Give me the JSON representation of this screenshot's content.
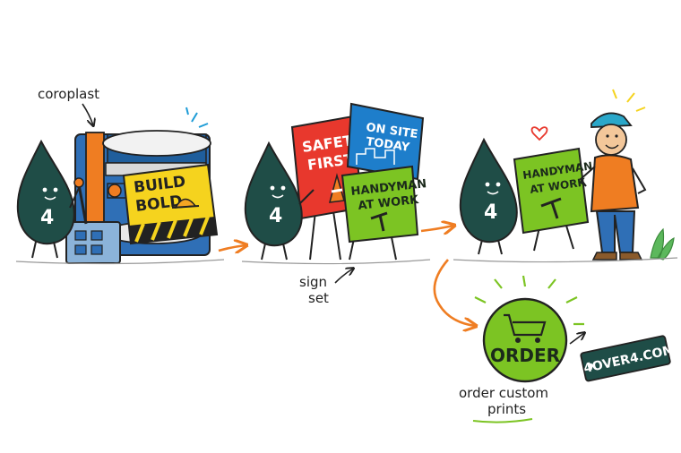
{
  "annotations": {
    "coroplast": "coroplast",
    "sign_line1": "sign",
    "sign_line2": "set",
    "order_line1": "order custom",
    "order_line2": "prints"
  },
  "mascot_number": "4",
  "signs": {
    "printer_sign": {
      "line1": "BUILD",
      "line2": "BOLD"
    },
    "safety": {
      "line1": "SAFETY",
      "line2": "FIRST"
    },
    "onsite": {
      "line1": "ON SITE",
      "line2": "TODAY"
    },
    "handyman": {
      "line1": "HANDYMAN",
      "line2": "AT WORK"
    },
    "held": {
      "line1": "HANDYMAN",
      "line2": "AT WORK"
    }
  },
  "order_button": {
    "label": "ORDER"
  },
  "website_tag": {
    "label": "4OVER4.COM"
  },
  "colors": {
    "mascot": "#1f4d47",
    "orange": "#ef7d22",
    "yellow": "#f5d31e",
    "green": "#7cc423",
    "red": "#e8382d",
    "blue": "#1e7ecb",
    "dark": "#222222"
  }
}
